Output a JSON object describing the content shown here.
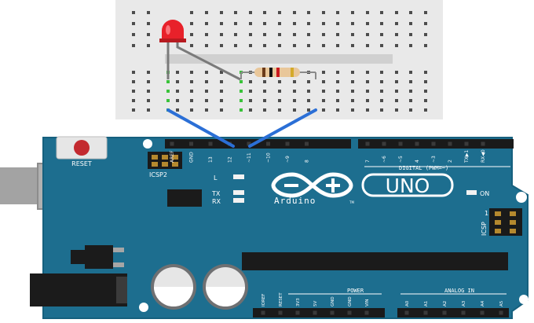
{
  "board": {
    "reset_label": "RESET",
    "icsp2_label": "ICSP2",
    "icsp_label": "ICSP",
    "led_l_label": "L",
    "led_tx_label": "TX",
    "led_rx_label": "RX",
    "on_label": "ON",
    "logo_text": "UNO",
    "brand_text": "Arduino",
    "tm_text": "TM",
    "digital_label": "DIGITAL (PWM=~)",
    "power_label": "POWER",
    "analog_label": "ANALOG IN",
    "digital_pins_left": [
      "AREF",
      "GND",
      "13",
      "12",
      "~11",
      "~10",
      "~9",
      "8"
    ],
    "digital_pins_right": [
      "7",
      "~6",
      "~5",
      "4",
      "~3",
      "2",
      "TX▶1",
      "RX◀0"
    ],
    "power_pins": [
      "IOREF",
      "RESET",
      "3V3",
      "5V",
      "GND",
      "GND",
      "VIN"
    ],
    "analog_pins": [
      "A0",
      "A1",
      "A2",
      "A3",
      "A4",
      "A5"
    ],
    "icsp_pin_one": "1",
    "colors": {
      "board": "#1d6e8f",
      "board_edge": "#16607e",
      "header": "#1a1a1a",
      "silkscreen": "#ffffff",
      "wire": "#2b6fd6"
    }
  },
  "breadboard": {
    "colors": {
      "body": "#e9e9e9",
      "hole": "#4d4d4d",
      "connected_hole": "#3ac23a",
      "rail": "#d0d0d0"
    }
  },
  "components": {
    "led_color": "#e8212a",
    "resistor_body": "#e9c79a",
    "resistor_bands": [
      "#6b3b1a",
      "#111111",
      "#c9191f",
      "#d4aa2a"
    ]
  },
  "usb": {
    "color": "#9a9a9a"
  },
  "power_jack": {
    "color": "#1b1b1b"
  }
}
